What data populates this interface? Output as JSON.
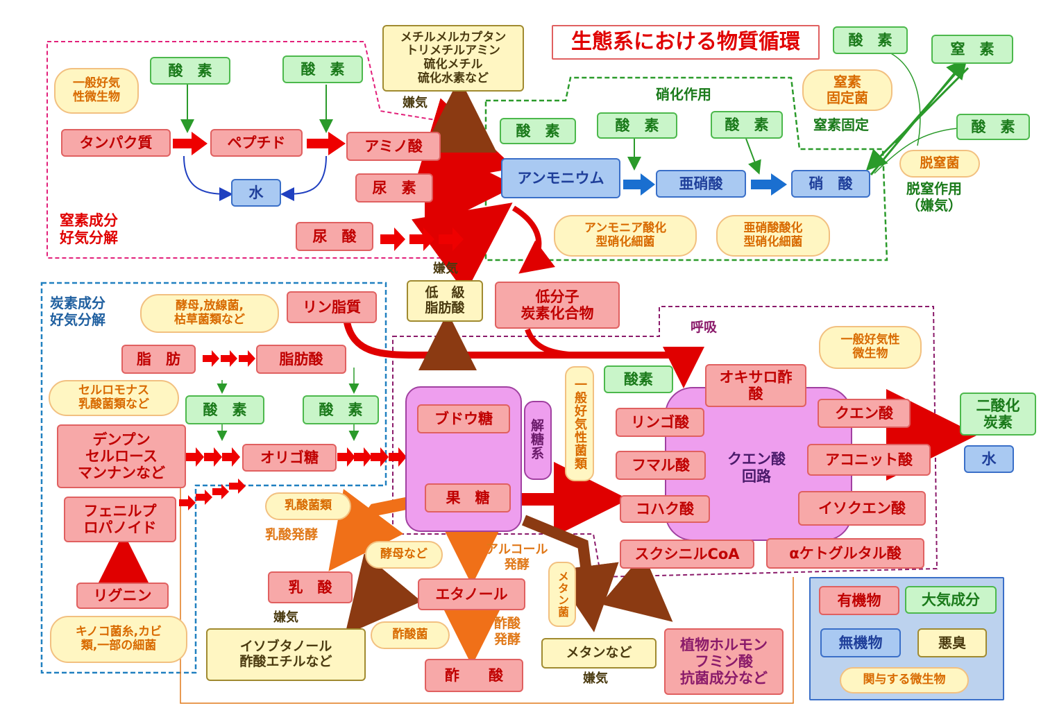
{
  "title": "生態系における物質循環",
  "regions": {
    "nitrogen_aerobic": "窒素成分\n好気分解",
    "nitrification": "硝化作用",
    "carbon_aerobic": "炭素成分\n好気分解",
    "respiration": "呼吸",
    "nitrogen_fixation": "窒素固定",
    "denitrification": "脱窒作用\n（嫌気）"
  },
  "oxygen": "酸　素",
  "oxygen2": "酸素",
  "nitrogen_gas": "窒　素",
  "compounds": {
    "protein": "タンパク質",
    "peptide": "ペプチド",
    "amino_acid": "アミノ酸",
    "water": "水",
    "urea": "尿　素",
    "uric_acid": "尿　酸",
    "ammonium": "アンモニウム",
    "nitrite": "亜硝酸",
    "nitrate": "硝　酸",
    "odor_compounds": "メチルメルカプタン\nトリメチルアミン\n硫化メチル\n硫化水素など",
    "short_fatty_acid": "低　級\n脂肪酸",
    "low_mw_carbon": "低分子\n炭素化合物",
    "phospholipid": "リン脂質",
    "fat": "脂　肪",
    "fatty_acid": "脂肪酸",
    "starch": "デンプン\nセルロース\nマンナンなど",
    "oligosaccharide": "オリゴ糖",
    "phenylpropanoid": "フェニルプ\nロパノイド",
    "lignin": "リグニン",
    "glucose": "ブドウ糖",
    "fructose": "果　糖",
    "glycolysis": "解\n糖\n系",
    "oxaloacetate": "オキサロ酢\n酸",
    "citrate": "クエン酸",
    "aconitate": "アコニット酸",
    "isocitrate": "イソクエン酸",
    "ketoglutarate": "αケトグルタル酸",
    "succinyl_coa": "スクシニルCoA",
    "succinate": "コハク酸",
    "fumarate": "フマル酸",
    "malate": "リンゴ酸",
    "citric_cycle": "クエン酸\n回路",
    "co2": "二酸化\n炭素",
    "water2": "水",
    "lactic_acid": "乳　酸",
    "ethanol": "エタノール",
    "acetic_acid": "酢　　酸",
    "isobutanol": "イソブタノール\n酢酸エチルなど",
    "methane": "メタンなど",
    "plant_hormones": "植物ホルモン\nフミン酸\n抗菌成分など"
  },
  "microbes": {
    "general_aerobic": "一般好気\n性微生物",
    "nitrogen_fixers": "窒素\n固定菌",
    "denitrifiers": "脱窒菌",
    "ammonia_oxidizers": "アンモニア酸化\n型硝化細菌",
    "nitrite_oxidizers": "亜硝酸酸化\n型硝化細菌",
    "yeast_actino": "酵母,放線菌,\n枯草菌類など",
    "cellulomonas": "セルロモナス\n乳酸菌類など",
    "general_aerobic2": "一般好気性\n微生物",
    "general_aerobic_bacteria": "一般好気性菌類",
    "lactic_bacteria": "乳酸菌類",
    "yeast": "酵母など",
    "acetic_bacteria": "酢酸菌",
    "methanogen": "メタン菌",
    "fungi": "キノコ菌糸,カビ\n類,一部の細菌"
  },
  "labels": {
    "anaerobic": "嫌気",
    "lactic_fermentation": "乳酸発酵",
    "alcohol_fermentation": "アルコール\n発酵",
    "acetic_fermentation": "酢酸\n発酵"
  },
  "legend": {
    "organic": "有機物",
    "atmospheric": "大気成分",
    "inorganic": "無機物",
    "malodor": "悪臭",
    "microbe": "関与する微生物"
  }
}
